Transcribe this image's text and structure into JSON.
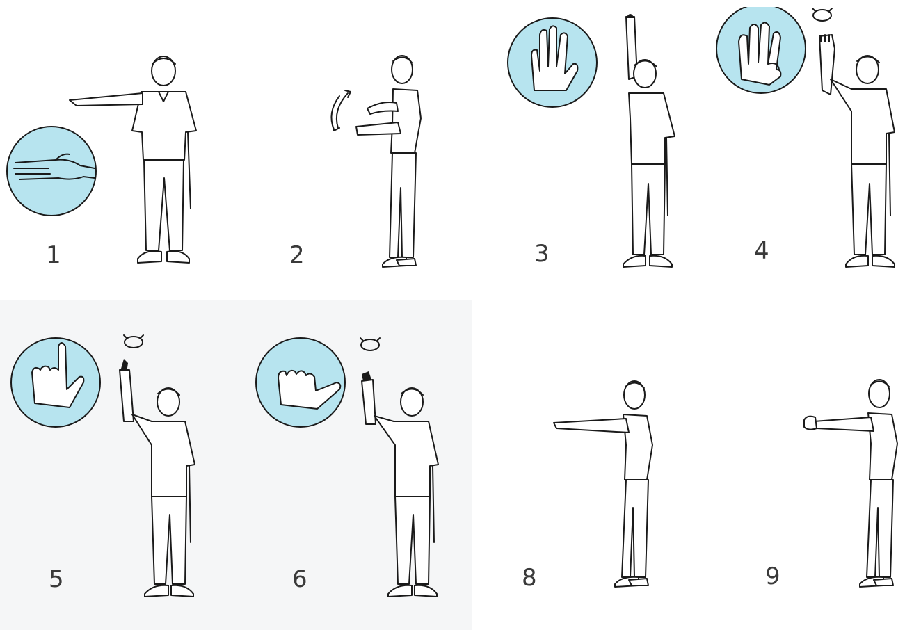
{
  "figures": [
    {
      "number": "1",
      "arm": "side-horizontal",
      "inset": "flat-hand-icon"
    },
    {
      "number": "2",
      "arm": "forward-waving",
      "inset": null
    },
    {
      "number": "3",
      "arm": "raised-open-hand",
      "inset": "open-palm-icon"
    },
    {
      "number": "4",
      "arm": "raised-four-fingers-rotating",
      "inset": "four-fingers-icon"
    },
    {
      "number": "5",
      "arm": "raised-index-rotating",
      "inset": "index-thumb-icon"
    },
    {
      "number": "6",
      "arm": "raised-thumb-rotating",
      "inset": "thumb-out-icon"
    },
    {
      "number": "8",
      "arm": "forward-pointing",
      "inset": null
    },
    {
      "number": "9",
      "arm": "forward-fist",
      "inset": null
    }
  ],
  "colors": {
    "inset_fill": "#b7e4ef",
    "line": "#1a1a1a",
    "background": "#ffffff"
  }
}
